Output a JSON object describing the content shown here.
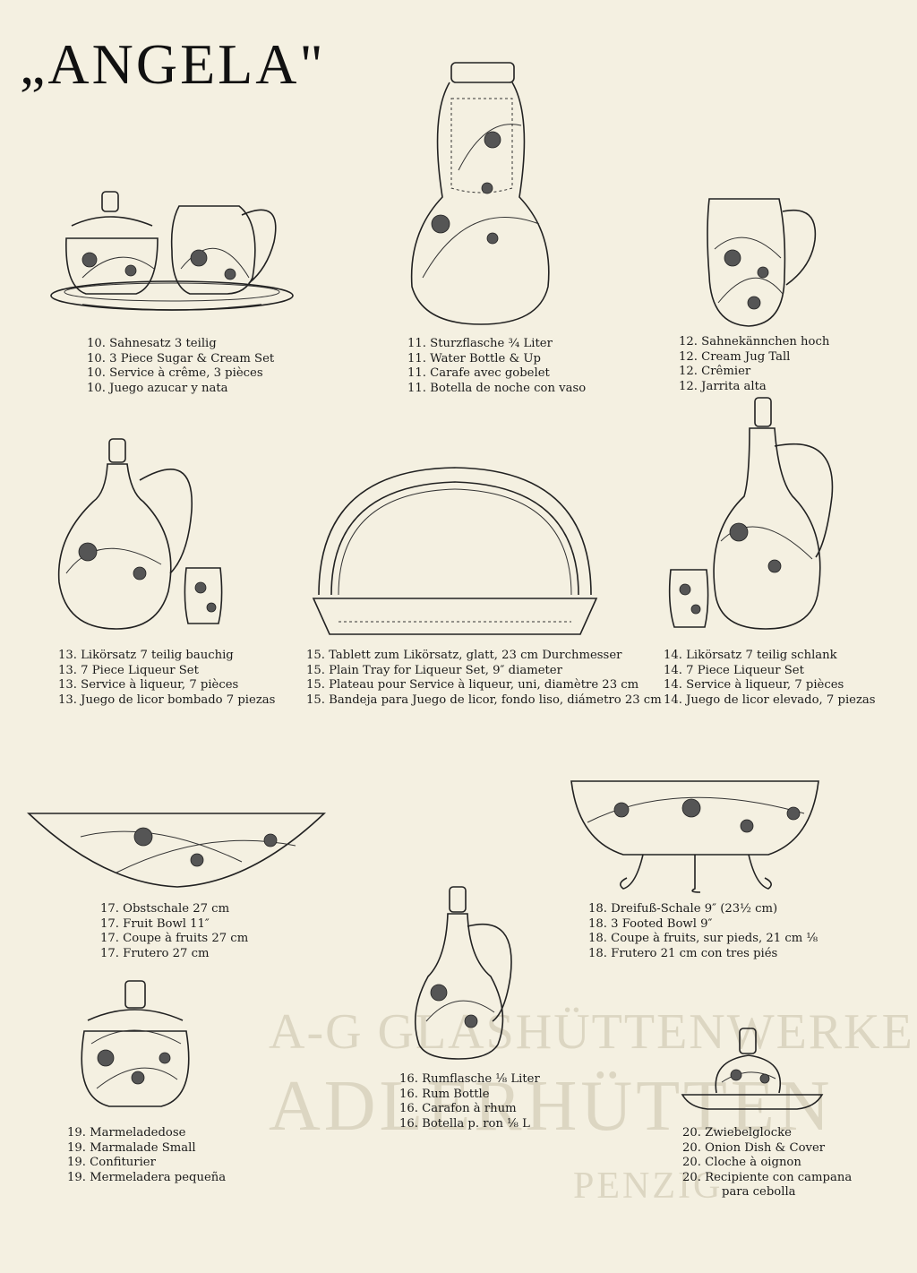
{
  "title": "„ANGELA\"",
  "items": {
    "i10": [
      "10. Sahnesatz 3 teilig",
      "10. 3 Piece Sugar & Cream Set",
      "10. Service à crême, 3 pièces",
      "10. Juego azucar y nata"
    ],
    "i11": [
      "11. Sturzflasche ¾ Liter",
      "11. Water Bottle & Up",
      "11. Carafe avec gobelet",
      "11. Botella de noche con vaso"
    ],
    "i12": [
      "12. Sahnekännchen hoch",
      "12. Cream Jug Tall",
      "12. Crêmier",
      "12. Jarrita alta"
    ],
    "i13": [
      "13. Likörsatz 7 teilig bauchig",
      "13. 7 Piece Liqueur Set",
      "13. Service à liqueur, 7 pièces",
      "13. Juego de licor bombado 7 piezas"
    ],
    "i15": [
      "15. Tablett zum Likörsatz, glatt, 23 cm Durchmesser",
      "15. Plain Tray for Liqueur Set, 9″ diameter",
      "15. Plateau pour Service à liqueur, uni, diamètre 23 cm",
      "15. Bandeja para Juego de licor, fondo liso, diámetro 23 cm"
    ],
    "i14": [
      "14. Likörsatz 7 teilig schlank",
      "14. 7 Piece Liqueur Set",
      "14. Service à liqueur, 7 pièces",
      "14. Juego de licor elevado, 7 piezas"
    ],
    "i17": [
      "17. Obstschale 27 cm",
      "17. Fruit Bowl 11″",
      "17. Coupe à fruits 27 cm",
      "17. Frutero 27 cm"
    ],
    "i18": [
      "18. Dreifuß-Schale 9″ (23½ cm)",
      "18. 3 Footed Bowl 9″",
      "18. Coupe à fruits, sur pieds, 21 cm ⅛",
      "18. Frutero 21 cm con tres piés"
    ],
    "i16": [
      "16. Rumflasche ⅛ Liter",
      "16. Rum Bottle",
      "16. Carafon à rhum",
      "16. Botella p. ron ⅛ L"
    ],
    "i19": [
      "19. Marmeladedose",
      "19. Marmalade Small",
      "19. Confiturier",
      "19. Mermeladera pequeña"
    ],
    "i20": [
      "20. Zwiebelglocke",
      "20. Onion Dish & Cover",
      "20. Cloche à oignon",
      "20. Recipiente con campana",
      "para cebolla"
    ]
  },
  "watermark": {
    "line1": "A-G GLASHÜTTENWERKE",
    "line2": "ADLERHÜTTEN",
    "line3": "PENZIG"
  }
}
